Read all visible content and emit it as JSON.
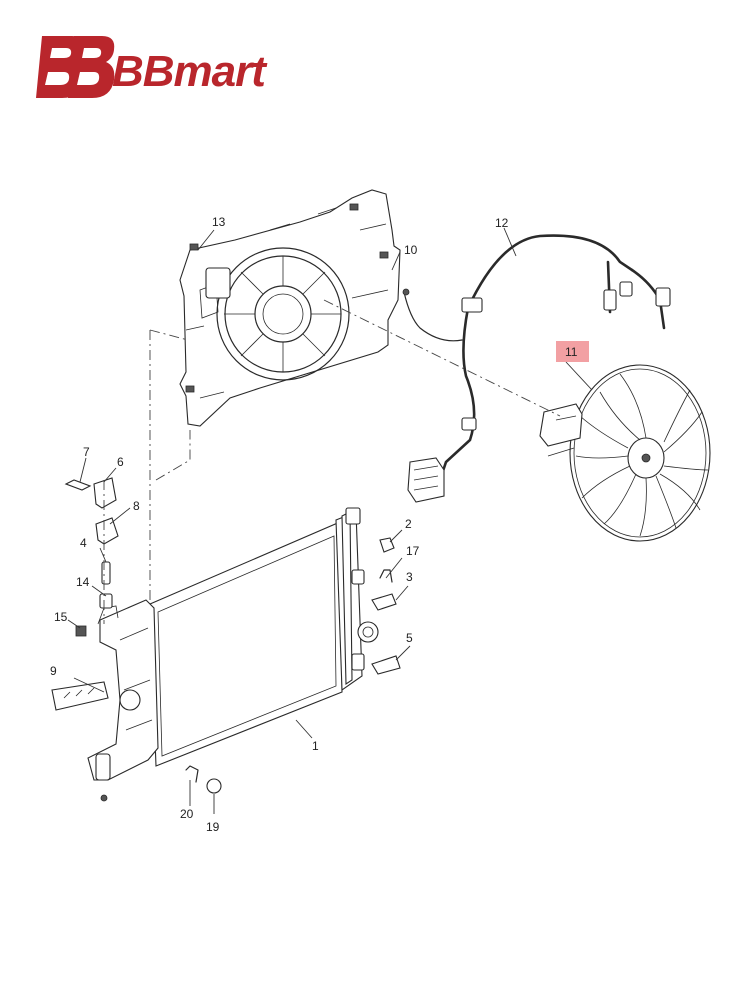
{
  "brand": {
    "name": "BBmart",
    "color": "#b9262c",
    "logo_icon": "bb-monogram-logo"
  },
  "diagram": {
    "highlight_color": "#f2a0a3",
    "callouts": [
      {
        "id": "c1",
        "label": "1"
      },
      {
        "id": "c2",
        "label": "2"
      },
      {
        "id": "c3",
        "label": "3"
      },
      {
        "id": "c4",
        "label": "4"
      },
      {
        "id": "c5",
        "label": "5"
      },
      {
        "id": "c6",
        "label": "6"
      },
      {
        "id": "c7",
        "label": "7"
      },
      {
        "id": "c8",
        "label": "8"
      },
      {
        "id": "c9",
        "label": "9"
      },
      {
        "id": "c10",
        "label": "10"
      },
      {
        "id": "c11",
        "label": "11",
        "highlighted": true
      },
      {
        "id": "c12",
        "label": "12"
      },
      {
        "id": "c13",
        "label": "13"
      },
      {
        "id": "c14",
        "label": "14"
      },
      {
        "id": "c15",
        "label": "15"
      },
      {
        "id": "c17",
        "label": "17"
      },
      {
        "id": "c19",
        "label": "19"
      },
      {
        "id": "c20",
        "label": "20"
      }
    ]
  }
}
